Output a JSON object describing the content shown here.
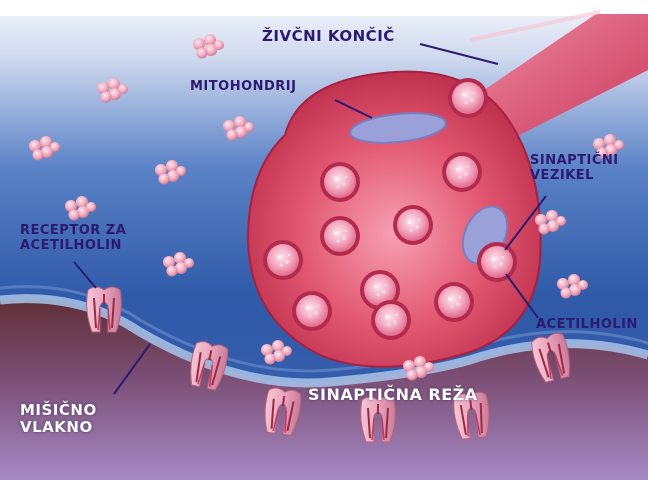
{
  "labels": {
    "nerve_ending": "ŽIVČNI KONČIČ",
    "mitochondrion": "MITOHONDRIJ",
    "synaptic_vesicle_line1": "SINAPTIČNI",
    "synaptic_vesicle_line2": "VEZIKEL",
    "receptor_line1": "RECEPTOR ZA",
    "receptor_line2": "ACETILHOLIN",
    "acetylcholine": "ACETILHOLIN",
    "synaptic_cleft": "SINAPTIČNA REŽA",
    "muscle_fiber_line1": "MIŠIČNO",
    "muscle_fiber_line2": "VLAKNO"
  },
  "colors": {
    "background_top": "#e9eef8",
    "cleft_blue": "#2f5aa8",
    "muscle_brown": "#6b3a3a",
    "muscle_purple": "#8a6aa8",
    "terminal_red": "#d8465f",
    "vesicle_pink": "#f2a0b8",
    "mitochondrion": "#9aa0d8",
    "label_dark": "#2b1a70"
  },
  "icons": [
    "vesicle-icon",
    "receptor-icon",
    "acetylcholine-cluster-icon"
  ]
}
